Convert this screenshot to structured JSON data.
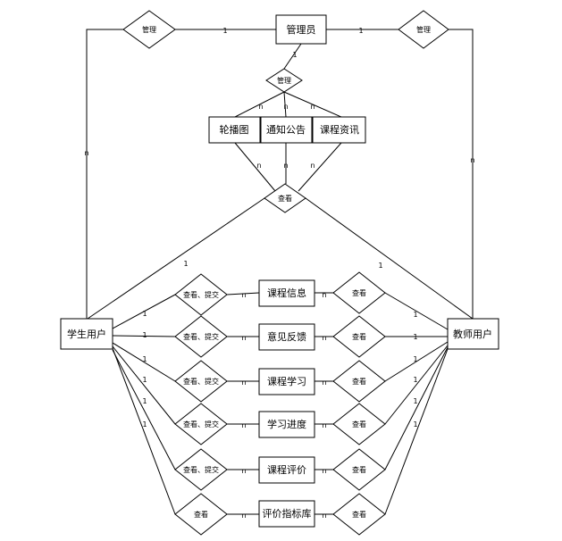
{
  "entities": {
    "admin": "管理员",
    "student": "学生用户",
    "teacher": "教师用户",
    "carousel": "轮播图",
    "notice": "通知公告",
    "news": "课程资讯",
    "course_info": "课程信息",
    "feedback": "意见反馈",
    "course_study": "课程学习",
    "progress": "学习进度",
    "evaluation": "课程评价",
    "index_lib": "评价指标库"
  },
  "relations": {
    "manage_left": "管理",
    "manage_right": "管理",
    "manage_mid": "管理",
    "view_center": "查看",
    "view_submit": "查看、提交",
    "view": "查看"
  },
  "cardinality": {
    "one": "1",
    "many": "n"
  }
}
